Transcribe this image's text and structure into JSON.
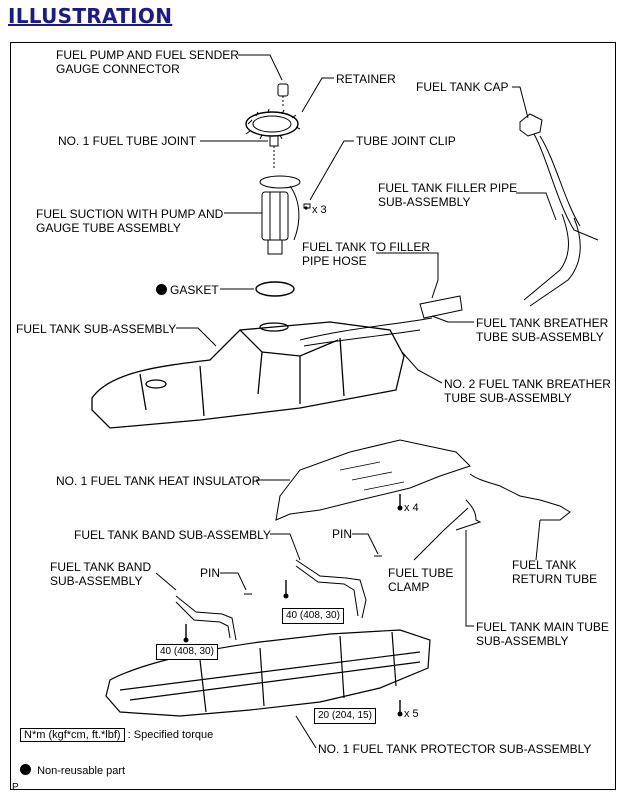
{
  "title": "ILLUSTRATION",
  "labels": {
    "pump_connector": "FUEL PUMP AND FUEL SENDER\nGAUGE CONNECTOR",
    "retainer": "RETAINER",
    "tank_cap": "FUEL TANK CAP",
    "tube_joint": "NO. 1 FUEL TUBE JOINT",
    "tube_joint_clip": "TUBE JOINT CLIP",
    "suction_pump": "FUEL SUCTION WITH PUMP AND\nGAUGE TUBE ASSEMBLY",
    "filler_pipe": "FUEL TANK FILLER PIPE\nSUB-ASSEMBLY",
    "filler_hose": "FUEL TANK TO FILLER\nPIPE HOSE",
    "gasket": "GASKET",
    "tank_sub": "FUEL TANK SUB-ASSEMBLY",
    "breather_tube": "FUEL TANK BREATHER\nTUBE SUB-ASSEMBLY",
    "no2_breather": "NO. 2 FUEL TANK BREATHER\nTUBE SUB-ASSEMBLY",
    "heat_insulator": "NO. 1 FUEL TANK HEAT INSULATOR",
    "band_sub_right": "FUEL TANK BAND SUB-ASSEMBLY",
    "pin_right": "PIN",
    "band_sub_left": "FUEL TANK BAND\nSUB-ASSEMBLY",
    "pin_left": "PIN",
    "tube_clamp": "FUEL TUBE\nCLAMP",
    "return_tube": "FUEL TANK\nRETURN TUBE",
    "main_tube": "FUEL TANK MAIN TUBE\nSUB-ASSEMBLY",
    "protector": "NO. 1 FUEL TANK PROTECTOR SUB-ASSEMBLY"
  },
  "quantities": {
    "clip_qty": "x 3",
    "insulator_qty": "x 4",
    "protector_qty": "x 5"
  },
  "torques": {
    "band_right": "40 (408, 30)",
    "band_left": "40 (408, 30)",
    "protector": "20 (204, 15)"
  },
  "legend": {
    "torque_unit": "N*m (kgf*cm, ft.*lbf)",
    "torque_desc": ": Specified torque",
    "nonreusable": "Non-reusable part"
  },
  "footer": "P"
}
